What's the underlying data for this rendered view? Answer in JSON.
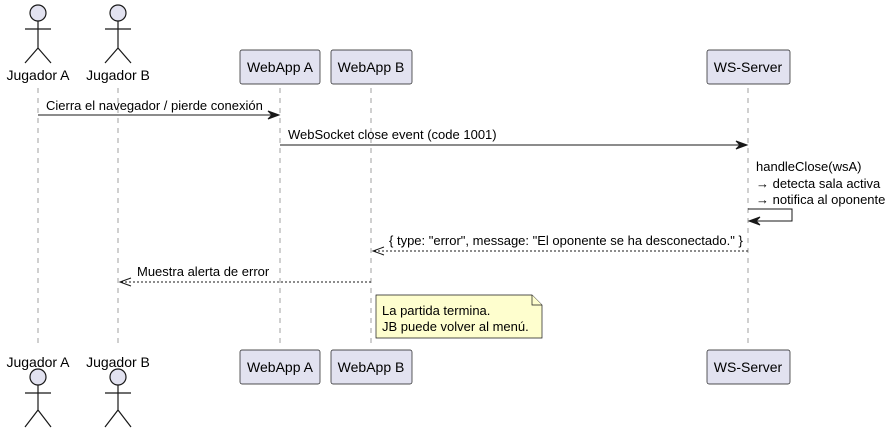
{
  "participants": {
    "jugador_a": "Jugador A",
    "jugador_b": "Jugador B",
    "webapp_a": "WebApp A",
    "webapp_b": "WebApp B",
    "ws_server": "WS-Server"
  },
  "messages": {
    "m1": "Cierra el navegador / pierde conexión",
    "m2": "WebSocket close event (code 1001)",
    "m3": [
      "handleClose(wsA)",
      "→ detecta sala activa",
      "→ notifica al oponente"
    ],
    "m4": "{ type: \"error\", message: \"El oponente se ha desconectado.\" }",
    "m5": "Muestra alerta de error"
  },
  "note": [
    "La partida termina.",
    "JB puede volver al menú."
  ],
  "colors": {
    "participant_fill": "#e2e2f0",
    "note_fill": "#fefece",
    "line": "#181818",
    "lifeline": "#a0a0a0"
  }
}
